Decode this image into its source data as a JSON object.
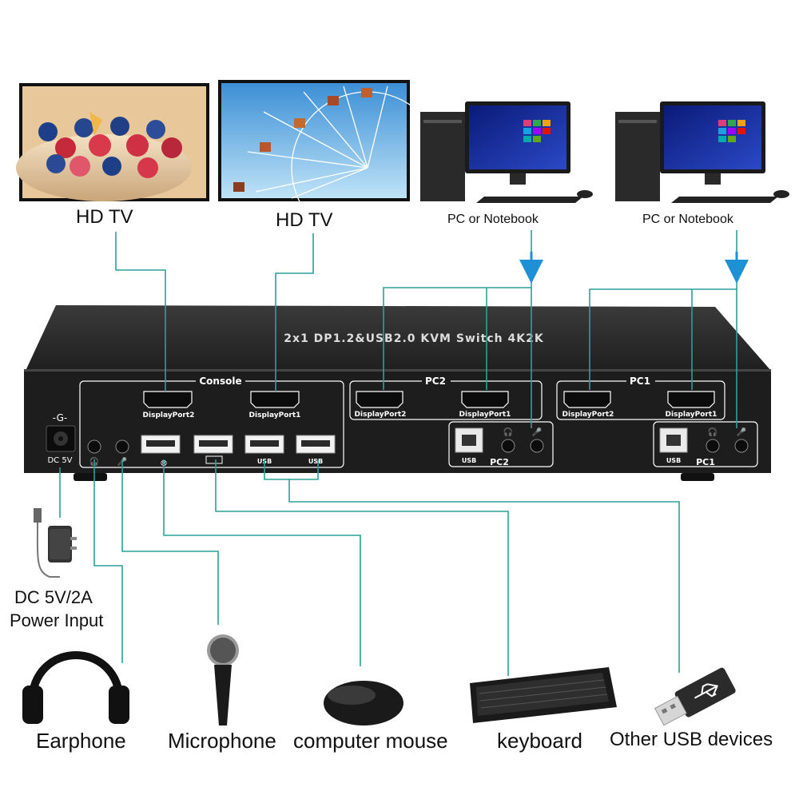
{
  "displays": [
    {
      "label": "HD TV",
      "scene": "berries"
    },
    {
      "label": "HD TV",
      "scene": "ferris-wheel"
    },
    {
      "label": "PC or Notebook",
      "scene": "desktop-pc"
    },
    {
      "label": "PC or Notebook",
      "scene": "desktop-pc"
    }
  ],
  "device": {
    "title": "2x1 DP1.2&USB2.0 KVM Switch 4K2K",
    "power_symbol": "-G-",
    "power_label": "DC 5V",
    "groups": {
      "console": {
        "label": "Console",
        "dp_left": "DisplayPort2",
        "dp_right": "DisplayPort1",
        "usb_1": "USB",
        "usb_2": "USB"
      },
      "pc2": {
        "label": "PC2",
        "dp_left": "DisplayPort2",
        "dp_right": "DisplayPort1",
        "usb_b": "USB",
        "tag": "PC2"
      },
      "pc1": {
        "label": "PC1",
        "dp_left": "DisplayPort2",
        "dp_right": "DisplayPort1",
        "usb_b": "USB",
        "tag": "PC1"
      }
    }
  },
  "power": {
    "line1": "DC 5V/2A",
    "line2": "Power Input"
  },
  "peripherals": [
    {
      "label": "Earphone",
      "icon": "headphones-icon"
    },
    {
      "label": "Microphone",
      "icon": "microphone-icon"
    },
    {
      "label": "computer mouse",
      "icon": "mouse-icon"
    },
    {
      "label": "keyboard",
      "icon": "keyboard-icon"
    },
    {
      "label": "Other USB devices",
      "icon": "usb-stick-icon"
    }
  ],
  "colors": {
    "connector_line": "#2aa198",
    "arrow": "#1e90d6",
    "device_body": "#222222",
    "port_outline": "#ffffff"
  }
}
